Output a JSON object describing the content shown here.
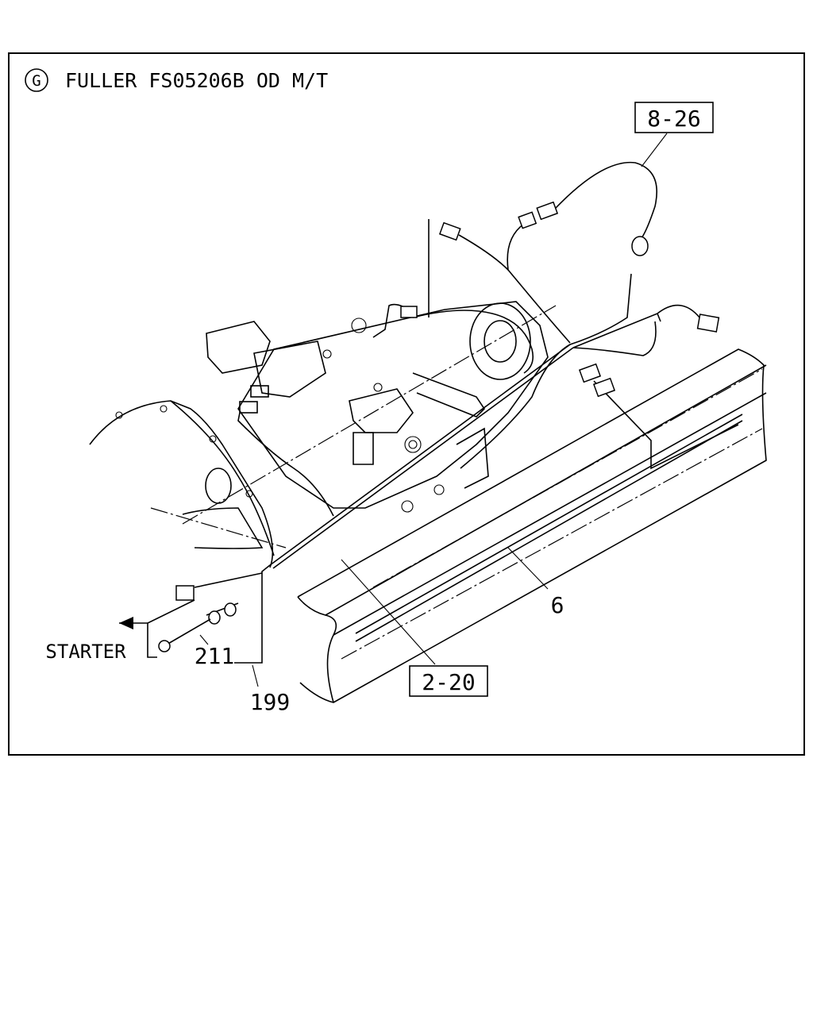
{
  "header": {
    "section_letter": "G",
    "title": "FULLER FS05206B OD M/T"
  },
  "callouts": {
    "ref_top": "8-26",
    "ref_bottom": "2-20",
    "part_6": "6",
    "part_211": "211",
    "part_199": "199",
    "starter": "STARTER"
  }
}
